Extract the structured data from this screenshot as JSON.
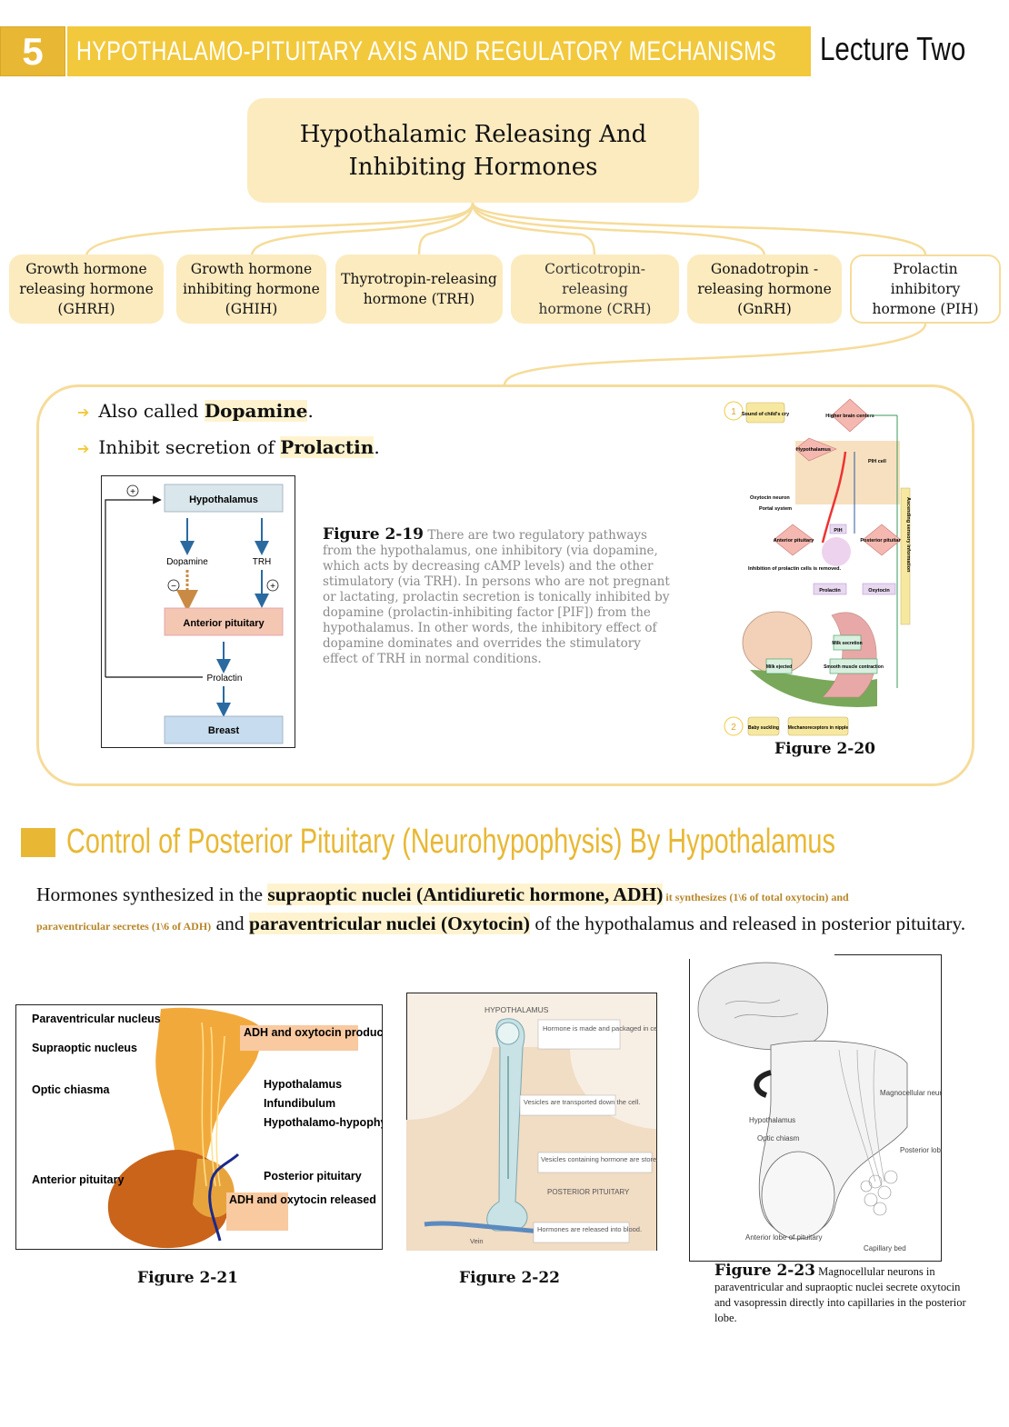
{
  "header": {
    "number": "5",
    "title": "HYPOTHALAMO-PITUITARY AXIS AND REGULATORY MECHANISMS",
    "lecture": "Lecture Two"
  },
  "tree": {
    "root_line1": "Hypothalamic Releasing And",
    "root_line2": "Inhibiting Hormones",
    "hormones": [
      {
        "l1": "Growth hormone",
        "l2": "releasing hormone",
        "l3": "(GHRH)"
      },
      {
        "l1": "Growth hormone",
        "l2": "inhibiting hormone",
        "l3": "(GHIH)"
      },
      {
        "l1": "Thyrotropin-releasing",
        "l2": "hormone (TRH)"
      },
      {
        "l1": "Corticotropin-releasing",
        "l2": "hormone (CRH)"
      },
      {
        "l1": "Gonadotropin -",
        "l2": "releasing hormone",
        "l3": "(GnRH)"
      },
      {
        "l1": "Prolactin inhibitory",
        "l2": "hormone (PIH)"
      }
    ]
  },
  "pih": {
    "bullet1_pre": "Also called ",
    "bullet1_bold": "Dopamine",
    "bullet1_post": ".",
    "bullet2_pre": "Inhibit secretion of ",
    "bullet2_bold": "Prolactin",
    "bullet2_post": "."
  },
  "fig19": {
    "plus_top": "+",
    "hypothalamus": "Hypothalamus",
    "dopamine": "Dopamine",
    "trh": "TRH",
    "minus": "−",
    "plus": "+",
    "anterior": "Anterior pituitary",
    "prolactin": "Prolactin",
    "breast": "Breast",
    "caption_label": "Figure 2-19",
    "caption_text": "There are two regulatory pathways from the hypothalamus, one inhibitory (via dopamine, which acts by decreasing cAMP levels) and the other stimulatory (via TRH). In persons who are not pregnant or lactating, prolactin secretion is tonically inhibited by dopamine (prolactin-inhibiting factor [PIF]) from the hypothalamus. In other words, the inhibitory effect of dopamine dominates and overrides the stimulatory effect of TRH in normal conditions."
  },
  "fig20": {
    "label": "Figure 2-20",
    "n1": "1",
    "n2": "2",
    "sound": "Sound of child's cry",
    "higher": "Higher brain centers",
    "hypothalamus": "Hypothalamus",
    "pih_cell": "PIH cell",
    "oxy_neuron": "Oxytocin neuron",
    "portal": "Portal system",
    "pih": "PIH",
    "ant_pit": "Anterior pituitary",
    "post_pit": "Posterior pituitary",
    "inhibition": "Inhibition of prolactin cells is removed.",
    "prolactin": "Prolactin",
    "oxytocin": "Oxytocin",
    "ascending": "Ascending sensory information",
    "milk_secretion": "Milk secretion",
    "milk_ejected": "Milk ejected",
    "smooth": "Smooth muscle contraction",
    "baby": "Baby suckling",
    "mechano": "Mechanoreceptors in nipple"
  },
  "section": {
    "title": "Control of Posterior Pituitary (Neurohypophysis) By Hypothalamus",
    "p1": "Hormones synthesized in the ",
    "b1": "supraoptic nuclei (Antidiuretic hormone, ADH)",
    "s1": " it synthesizes (1\\6 of total oxytocin) and",
    "s2": "paraventricular secretes (1\\6 of ADH)",
    "p2": " and ",
    "b2": "paraventricular nuclei",
    "p3": " (Oxytocin)",
    "p4": " of the hypothalamus and released in posterior pituitary."
  },
  "fig21": {
    "label": "Figure 2-21",
    "paraventricular": "Paraventricular nucleus",
    "supraoptic": "Supraoptic nucleus",
    "optic": "Optic chiasma",
    "anterior": "Anterior pituitary",
    "produced": "ADH and oxytocin produced here",
    "hypothalamus": "Hypothalamus",
    "infundibulum": "Infundibulum",
    "tract": "Hypothalamo-hypophyseal tract",
    "posterior": "Posterior pituitary",
    "released": "ADH and oxytocin released"
  },
  "fig22": {
    "label": "Figure 2-22",
    "hypothalamus": "HYPOTHALAMUS",
    "made": "Hormone is made and packaged in cell body of neuron.",
    "transported": "Vesicles are transported down the cell.",
    "stored": "Vesicles containing hormone are stored in posterior pituitary.",
    "posterior": "POSTERIOR PITUITARY",
    "released": "Hormones are released into blood.",
    "vein": "Vein"
  },
  "fig23": {
    "label": "Figure 2-23",
    "caption": "Magnocellular neurons in paraventricular and supraoptic nuclei secrete oxytocin and vasopressin directly into capillaries in the posterior lobe.",
    "magno": "Magnocellular neurosecretory cells",
    "hypothalamus": "Hypothalamus",
    "optic": "Optic chiasm",
    "posterior": "Posterior lobe of pituitary",
    "anterior": "Anterior lobe of pituitary",
    "capillary": "Capillary bed"
  },
  "colors": {
    "accent": "#f2c93c",
    "accent_dark": "#e8b835",
    "box_fill": "#fcebbf",
    "box_outline": "#f6dc9a"
  }
}
